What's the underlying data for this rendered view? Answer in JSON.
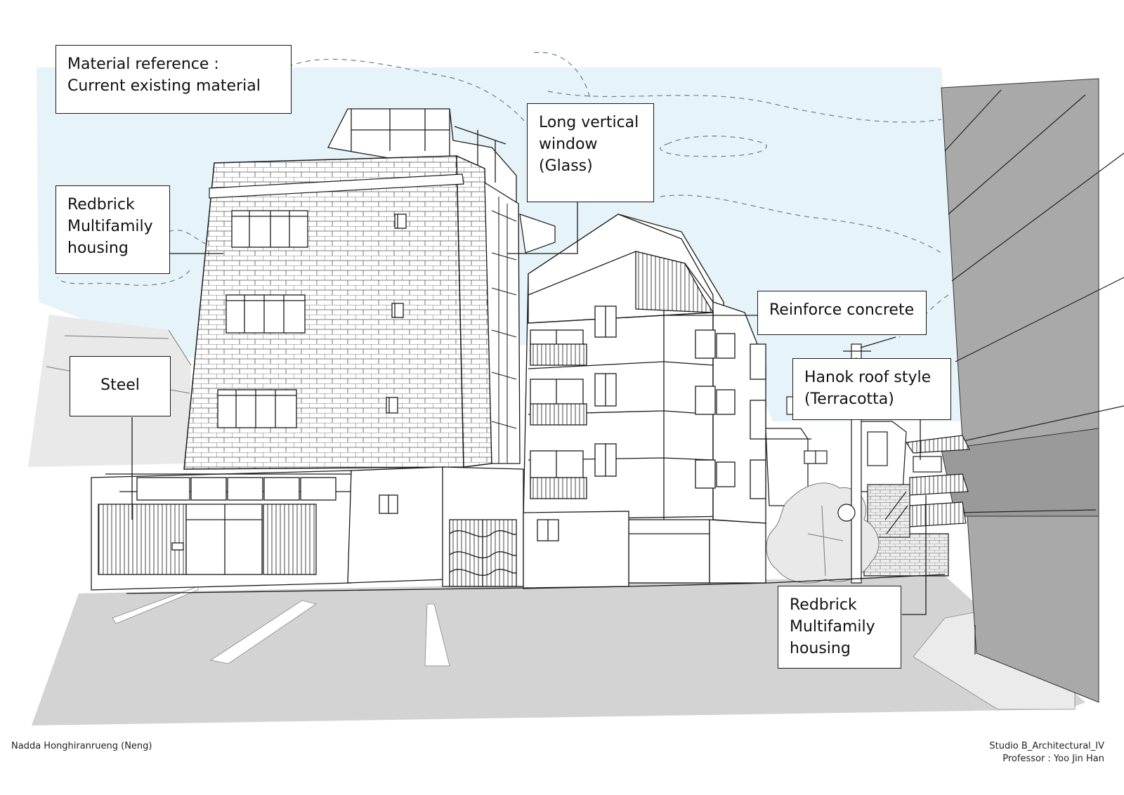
{
  "title": {
    "lines": [
      "Material reference :",
      "Current existing material"
    ]
  },
  "labels": {
    "redbrick_left": [
      "Redbrick",
      "Multifamily",
      "housing"
    ],
    "long_window": [
      "Long vertical",
      "window",
      "(Glass)"
    ],
    "reinforce_concrete": [
      "Reinforce concrete"
    ],
    "steel": [
      "Steel"
    ],
    "hanok_roof": [
      "Hanok roof style",
      "(Terracotta)"
    ],
    "redbrick_right": [
      "Redbrick",
      "Multifamily",
      "housing"
    ]
  },
  "footer": {
    "author": "Nadda Honghiranrueng (Neng)",
    "studio": "Studio B_Architectural_IV",
    "professor": "Professor : Yoo Jin Han"
  },
  "colors": {
    "sky": "#e6f3f8",
    "road": "#d3d3d3",
    "wall_dark": "#a9a9a9",
    "line": "#1a1a1a"
  }
}
